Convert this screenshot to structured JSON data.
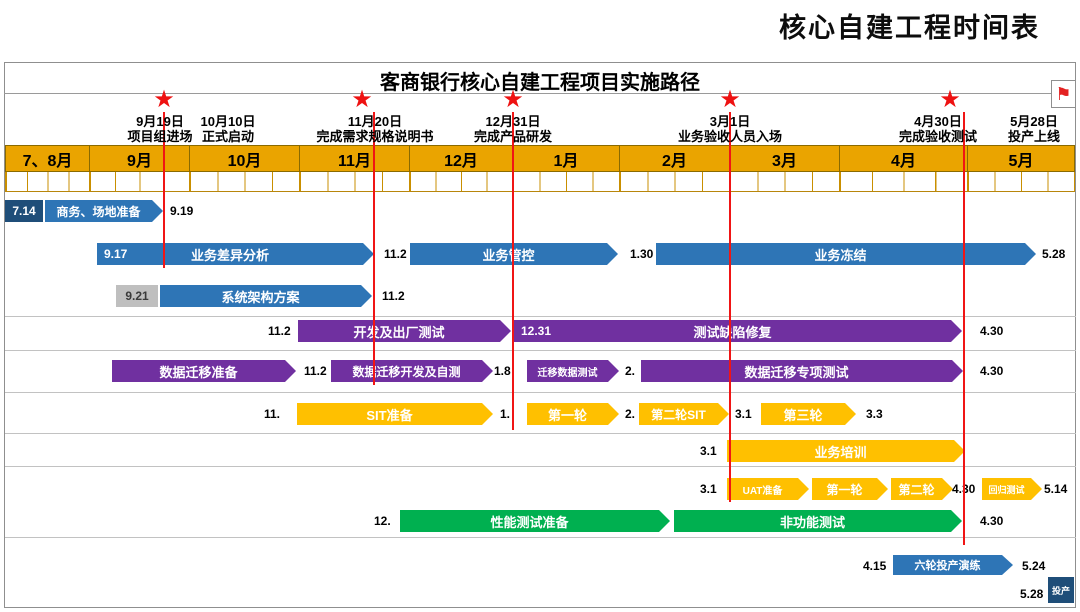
{
  "page_title": "核心自建工程时间表",
  "chart": {
    "title": "客商银行核心自建工程项目实施路径"
  },
  "icons": {
    "star": "★",
    "flag": "⚑"
  },
  "colors": {
    "header_gold": "#eaa400",
    "bar_blue": "#2e75b6",
    "bar_dark_blue": "#1f4e79",
    "bar_purple": "#7030a0",
    "bar_yellow": "#ffc000",
    "bar_green": "#00b050",
    "bar_gray": "#bfbfbf",
    "milestone_red": "#ee1111"
  },
  "milestones": [
    {
      "date": "9月19日",
      "desc": "项目组进场"
    },
    {
      "date": "10月10日",
      "desc": "正式启动"
    },
    {
      "date": "11月20日",
      "desc": "完成需求规格说明书"
    },
    {
      "date": "12月31日",
      "desc": "完成产品研发"
    },
    {
      "date": "3月1日",
      "desc": "业务验收人员入场"
    },
    {
      "date": "4月30日",
      "desc": "完成验收测试"
    },
    {
      "date": "5月28日",
      "desc": "投产上线"
    }
  ],
  "months": [
    "7、8月",
    "9月",
    "10月",
    "11月",
    "12月",
    "1月",
    "2月",
    "3月",
    "4月",
    "5月"
  ],
  "rows": {
    "site_prep": {
      "start_box": "7.14",
      "bar": "商务、场地准备",
      "end": "9.19"
    },
    "business": {
      "start": "9.17",
      "bar1": "业务差异分析",
      "d1": "11.2",
      "bar2": "业务管控",
      "d2": "1.30",
      "bar3": "业务冻结",
      "end": "5.28"
    },
    "architecture": {
      "start_box": "9.21",
      "bar": "系统架构方案",
      "end": "11.2"
    },
    "development": {
      "d0": "11.2",
      "bar1": "开发及出厂测试",
      "d1": "12.31",
      "bar2": "测试缺陷修复",
      "end": "4.30"
    },
    "migration": {
      "bar1": "数据迁移准备",
      "d1": "11.2",
      "bar2": "数据迁移开发及自测",
      "d2": "1.8",
      "bar3": "迁移数据测试",
      "d3": "2.",
      "bar4": "数据迁移专项测试",
      "end": "4.30"
    },
    "sit": {
      "d0": "11.",
      "bar1": "SIT准备",
      "d1": "1.",
      "bar2": "第一轮",
      "d2": "2.",
      "bar3": "第二轮SIT",
      "d3": "3.1",
      "bar4": "第三轮",
      "end": "3.3"
    },
    "training": {
      "d0": "3.1",
      "bar": "业务培训"
    },
    "uat": {
      "d0": "3.1",
      "bar1": "UAT准备",
      "bar2": "第一轮",
      "bar3": "第二轮",
      "d1": "4.30",
      "bar4": "回归测试",
      "end": "5.14"
    },
    "performance": {
      "d0": "12.",
      "bar1": "性能测试准备",
      "bar2": "非功能测试",
      "end": "4.30"
    },
    "rehearsal": {
      "d0": "4.15",
      "bar": "六轮投产演练",
      "end": "5.24"
    },
    "golive": {
      "d0": "5.28",
      "box": "投产"
    }
  }
}
